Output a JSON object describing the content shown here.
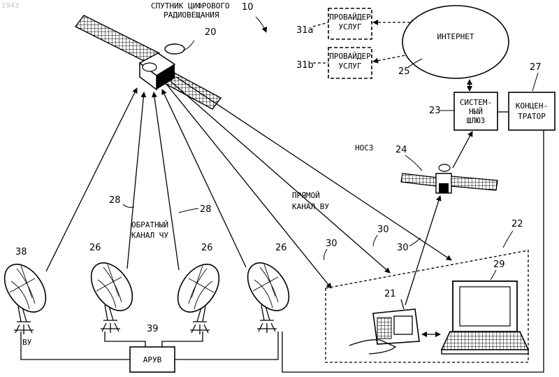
{
  "corner_mark": "1943",
  "satellite_label": [
    "СПУТНИК ЦИФРОВОГО",
    "РАДИОВЕЩАНИЯ"
  ],
  "refs": {
    "system": "10",
    "satellite": "20",
    "provider_a": "31a",
    "provider_b": "31b",
    "internet": "25",
    "gateway": "23",
    "concentrator": "27",
    "nosc": "24",
    "client_area": "22",
    "laptop": "29",
    "handheld": "21",
    "return_channel_left": "28",
    "return_channel_right": "28",
    "forward_1": "30",
    "forward_2": "30",
    "forward_3": "30",
    "antenna_main": "38",
    "antenna_1": "26",
    "antenna_2": "26",
    "antenna_3": "26",
    "aruv": "39"
  },
  "provider_box": [
    "ПРОВАЙДЕР",
    "УСЛУГ"
  ],
  "internet_label": "ИНТЕРНЕТ",
  "gateway_box": [
    "СИСТЕМ-",
    "НЫЙ",
    "ШЛЮЗ"
  ],
  "concentrator_box": [
    "КОНЦЕН-",
    "ТРАТОР"
  ],
  "nosc_label": "НОСЗ",
  "forward_channel": [
    "ПРЯМОЙ",
    "КАНАЛ ВУ"
  ],
  "return_channel": [
    "ОБРАТНЫЙ",
    "КАНАЛ ЧУ"
  ],
  "vu_label": "ВУ",
  "aruv_box": "АРУВ",
  "colors": {
    "ink": "#000000",
    "paper": "#ffffff",
    "faint": "#c8c8c8"
  }
}
